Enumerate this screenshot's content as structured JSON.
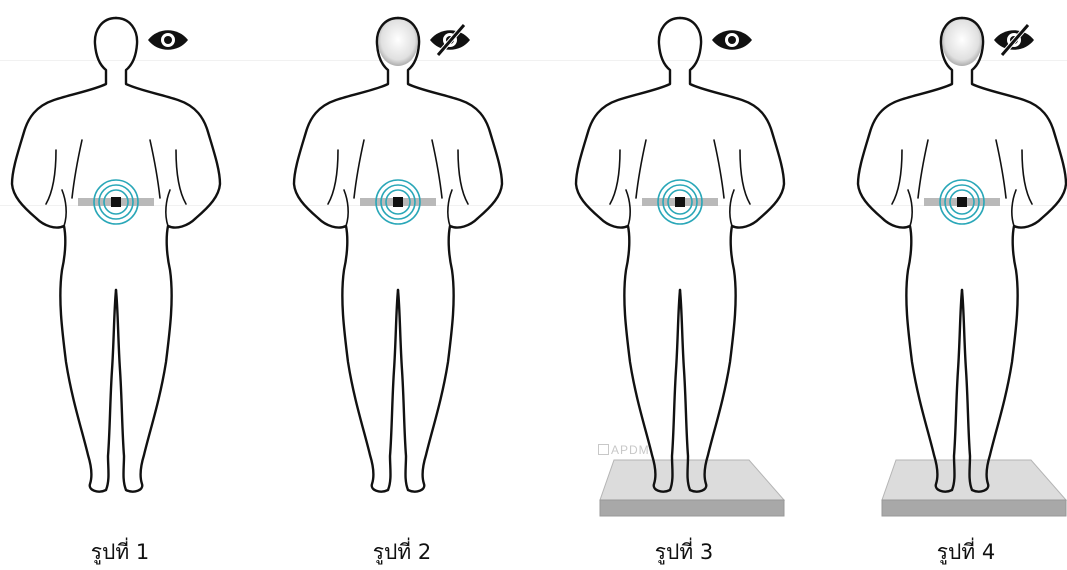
{
  "figure": {
    "panels": [
      {
        "caption": "รูปที่ 1",
        "vision": "eyes-open",
        "vision_icon": "eye-icon",
        "surface": "firm-floor"
      },
      {
        "caption": "รูปที่ 2",
        "vision": "eyes-closed",
        "vision_icon": "eye-slash-icon",
        "surface": "firm-floor"
      },
      {
        "caption": "รูปที่ 3",
        "vision": "eyes-open",
        "vision_icon": "eye-icon",
        "surface": "foam-pad"
      },
      {
        "caption": "รูปที่ 4",
        "vision": "eyes-closed",
        "vision_icon": "eye-slash-icon",
        "surface": "foam-pad"
      }
    ],
    "watermark": "APDM",
    "colors": {
      "outline": "#111111",
      "sensor_ring": "#2aa7b8",
      "sensor_core": "#111111",
      "belt": "#b9b9b9",
      "head_shade": "#9a9a9a",
      "pad_top": "#dcdcdc",
      "pad_side": "#a8a8a8"
    }
  }
}
